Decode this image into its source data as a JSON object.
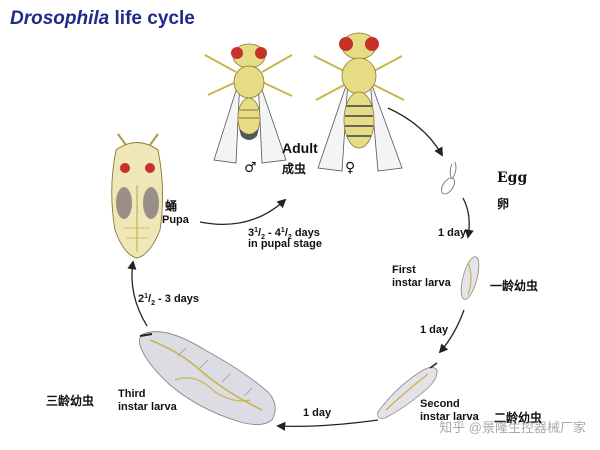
{
  "title": {
    "italic": "Drosophila",
    "rest": "life cycle"
  },
  "adult": {
    "label": "Adult",
    "label_cn": "成虫",
    "male": "♂",
    "female": "♀"
  },
  "egg": {
    "label": "Egg",
    "label_cn": "卵"
  },
  "first_larva": {
    "label_line1": "First",
    "label_line2": "instar larva",
    "label_cn": "一龄幼虫"
  },
  "second_larva": {
    "label_line1": "Second",
    "label_line2": "instar larva",
    "label_cn": "二龄幼虫"
  },
  "third_larva": {
    "label_line1": "Third",
    "label_line2": "instar larva",
    "label_cn": "三龄幼虫"
  },
  "pupa": {
    "label": "Pupa",
    "label_cn": "蛹"
  },
  "durations": {
    "egg_to_first": "1 day",
    "first_to_second": "1 day",
    "second_to_third": "1 day",
    "third_to_pupa_a": "2",
    "third_to_pupa_b": "1",
    "third_to_pupa_c": "/",
    "third_to_pupa_d": "2",
    "third_to_pupa_e": " - 3 days",
    "pupal_a": "3",
    "pupal_b": "1",
    "pupal_c": "/",
    "pupal_d": "2",
    "pupal_e": " - 4",
    "pupal_f": "1",
    "pupal_g": "/",
    "pupal_h": "2",
    "pupal_i": " days",
    "pupal_line2": "in pupal stage"
  },
  "watermark": "知乎 @景隆生控器械厂家",
  "colors": {
    "title": "#1f2a8a",
    "body": "#e6dc86",
    "eye": "#c8302a",
    "wing": "#f2f2f2",
    "larva": "#dcdce4"
  }
}
